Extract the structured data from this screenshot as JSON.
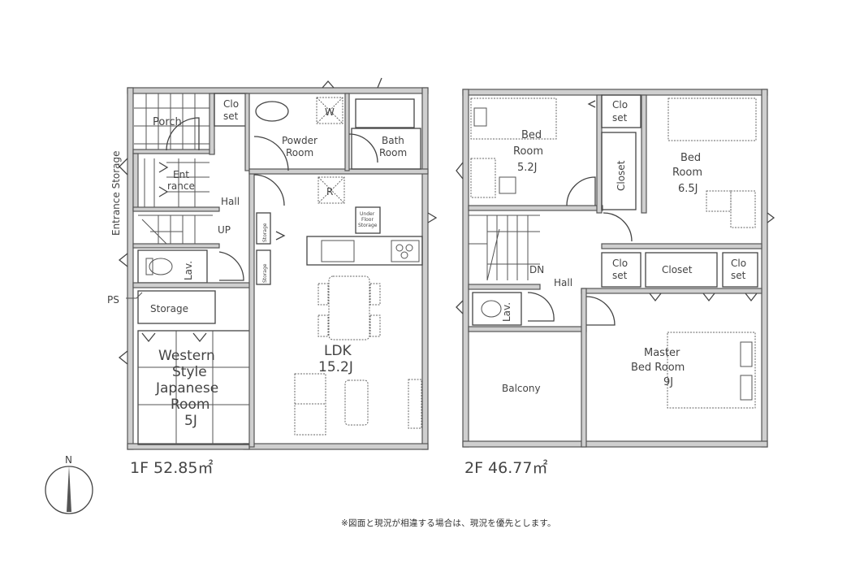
{
  "floor1": {
    "label": "1F 52.85㎡",
    "rooms": {
      "porch": "Porch",
      "closet1": [
        "Clo",
        "set"
      ],
      "powder_room": [
        "Powder",
        "Room"
      ],
      "washer": "W",
      "bath_room": [
        "Bath",
        "Room"
      ],
      "entrance": [
        "Ent",
        "rance"
      ],
      "entrance_storage": "Entrance Storage",
      "hall": "Hall",
      "up": "UP",
      "refrigerator": "R",
      "under_floor_storage": [
        "Under",
        "Floor",
        "Storage"
      ],
      "storage_small_1": "Storage",
      "storage_small_2": "Storage",
      "lav": "Lav.",
      "ps": "PS",
      "storage": "Storage",
      "western_room": [
        "Western",
        "Style",
        "Japanese",
        "Room",
        "5J"
      ],
      "ldk": [
        "LDK",
        "15.2J"
      ]
    }
  },
  "floor2": {
    "label": "2F 46.77㎡",
    "rooms": {
      "bed_room_1": [
        "Bed",
        "Room",
        "5.2J"
      ],
      "closet_a": [
        "Clo",
        "set"
      ],
      "closet_b": "Closet",
      "bed_room_2": [
        "Bed",
        "Room",
        "6.5J"
      ],
      "dn": "DN",
      "hall": "Hall",
      "lav": "Lav.",
      "closet_c": [
        "Clo",
        "set"
      ],
      "closet_d": "Closet",
      "closet_e": [
        "Clo",
        "set"
      ],
      "balcony": "Balcony",
      "master_bed_room": [
        "Master",
        "Bed Room",
        "9J"
      ]
    }
  },
  "compass": {
    "north": "N"
  },
  "footnote": "※図面と現況が相違する場合は、現況を優先とします。"
}
